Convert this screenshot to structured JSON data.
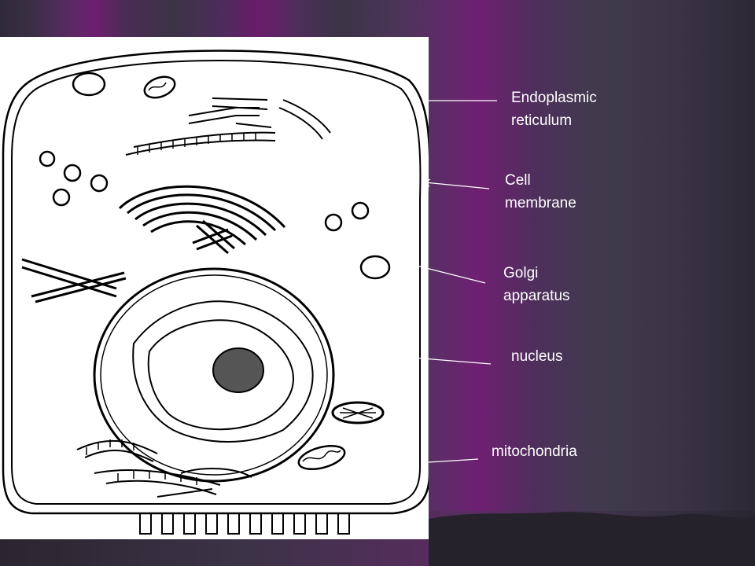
{
  "labels": {
    "er_line1": "Endoplasmic",
    "er_line2": "reticulum",
    "membrane_line1": "Cell",
    "membrane_line2": "membrane",
    "golgi_line1": "Golgi",
    "golgi_line2": "apparatus",
    "nucleus": "nucleus",
    "mitochondria": "mitochondria"
  },
  "colors": {
    "label_text": "#ffffff",
    "leader_line": "#ffffff",
    "diagram_ink": "#000000"
  }
}
